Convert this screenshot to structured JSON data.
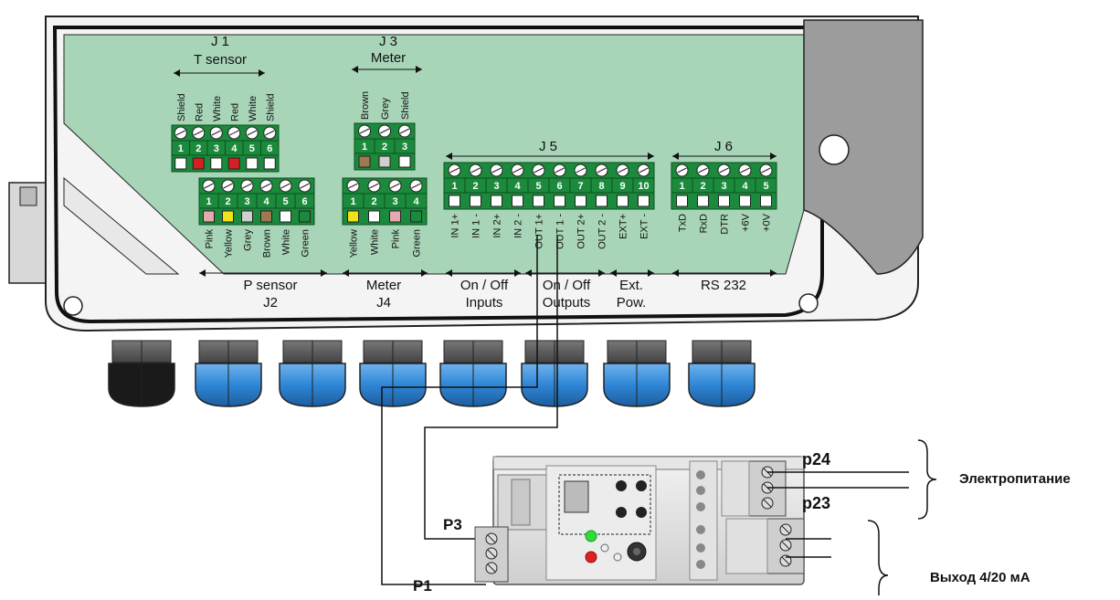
{
  "diagram": {
    "j1": {
      "title": "J 1",
      "subtitle": "T sensor",
      "wires": [
        "Shield",
        "Red",
        "White",
        "Red",
        "White",
        "Shield"
      ],
      "pins": [
        "1",
        "2",
        "3",
        "4",
        "5",
        "6"
      ],
      "terminal_colors": [
        "#ffffff",
        "#d42020",
        "#ffffff",
        "#d42020",
        "#ffffff",
        "#ffffff"
      ]
    },
    "j2": {
      "label_line1": "P sensor",
      "label_line2": "J2",
      "wires": [
        "Pink",
        "Yellow",
        "Grey",
        "Brown",
        "White",
        "Green"
      ],
      "pins": [
        "1",
        "2",
        "3",
        "4",
        "5",
        "6"
      ],
      "terminal_colors": [
        "#e8a8b0",
        "#f2e21a",
        "#cfcfcf",
        "#a07852",
        "#ffffff",
        "#1b8a3c"
      ]
    },
    "j3": {
      "title": "J 3",
      "subtitle": "Meter",
      "wires": [
        "Brown",
        "Grey",
        "Shield"
      ],
      "pins": [
        "1",
        "2",
        "3"
      ],
      "terminal_colors": [
        "#a07852",
        "#cfcfcf",
        "#ffffff"
      ]
    },
    "j4": {
      "label_line1": "Meter",
      "label_line2": "J4",
      "wires": [
        "Yellow",
        "White",
        "Pink",
        "Green"
      ],
      "pins": [
        "1",
        "2",
        "3",
        "4"
      ],
      "terminal_colors": [
        "#f2e21a",
        "#ffffff",
        "#e8a8b0",
        "#1b8a3c"
      ]
    },
    "j5": {
      "title": "J 5",
      "wires": [
        "IN 1+",
        "IN 1 -",
        "IN 2+",
        "IN 2 -",
        "OUT 1+",
        "OUT 1 -",
        "OUT 2+",
        "OUT 2 -",
        "EXT+",
        "EXT -"
      ],
      "pins": [
        "1",
        "2",
        "3",
        "4",
        "5",
        "6",
        "7",
        "8",
        "9",
        "10"
      ],
      "groups": [
        {
          "line1": "On / Off",
          "line2": "Inputs"
        },
        {
          "line1": "On / Off",
          "line2": "Outputs"
        },
        {
          "line1": "Ext.",
          "line2": "Pow."
        }
      ]
    },
    "j6": {
      "title": "J 6",
      "wires": [
        "TxD",
        "RxD",
        "DTR",
        "+6V",
        "+0V"
      ],
      "pins": [
        "1",
        "2",
        "3",
        "4",
        "5"
      ],
      "group_label": "RS 232"
    },
    "annotations": {
      "p1": "P1",
      "p3": "P3",
      "p24": "p24",
      "p23": "p23",
      "power": "Электропитание",
      "output": "Выход 4/20 мА"
    },
    "colors": {
      "board": "#a8d5b8",
      "terminal_green": "#1b8a3c",
      "gland_blue": "#2f86d6",
      "gland_black": "#1a1a1a"
    }
  }
}
